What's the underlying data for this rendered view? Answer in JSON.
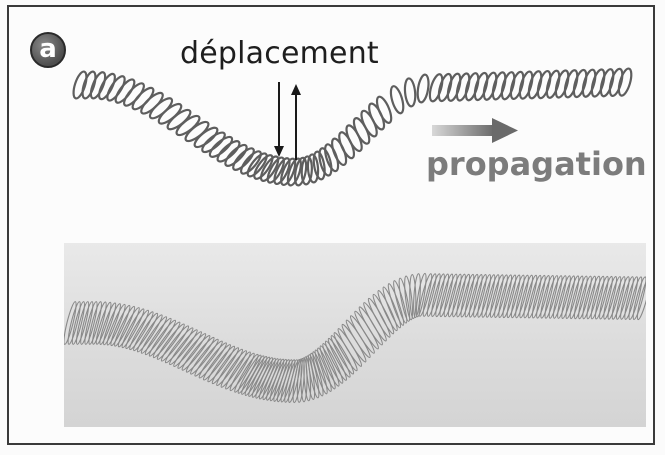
{
  "panel": {
    "letter": "a",
    "displacement_label": "déplacement",
    "propagation_label": "propagation"
  },
  "icons": {
    "panel_badge": "circle-badge",
    "displacement_arrows": "double-vertical-arrows-icon",
    "propagation_arrow": "right-arrow-icon"
  },
  "colors": {
    "spring": "#6a6a6a",
    "arrow_gradient_start": "#cfcfcf",
    "arrow_gradient_end": "#6e6e6e",
    "propagation_text": "#7c7c7c",
    "badge": "#5c5c5c"
  }
}
